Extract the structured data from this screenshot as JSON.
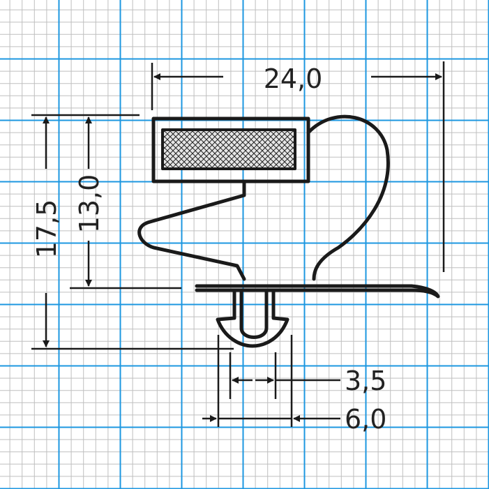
{
  "dimensions": {
    "width_total": "24,0",
    "height_total": "17,5",
    "height_upper": "13,0",
    "slot_inner": "3,5",
    "slot_outer": "6,0"
  },
  "colors": {
    "grid_minor": "#bfbfbf",
    "grid_major": "#1c97e0",
    "ink": "#1a1a1a",
    "magnet_fill": "#d9d9d9",
    "background": "#ffffff"
  }
}
